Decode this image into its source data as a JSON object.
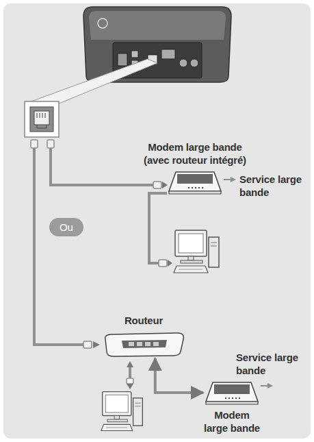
{
  "diagram": {
    "nodes": [
      {
        "text": [
          "Modem large bande (avec routeur intégré)"
        ]
      },
      {
        "text": [
          "Ou"
        ]
      },
      {
        "text": [
          "Routeur"
        ]
      },
      {
        "text": [
          "Modem large bande"
        ]
      }
    ],
    "edges": [
      {
        "from": 2,
        "to": 3,
        "arrow": "both"
      }
    ],
    "labels": [
      "Service large bande",
      "Service large bande"
    ]
  }
}
